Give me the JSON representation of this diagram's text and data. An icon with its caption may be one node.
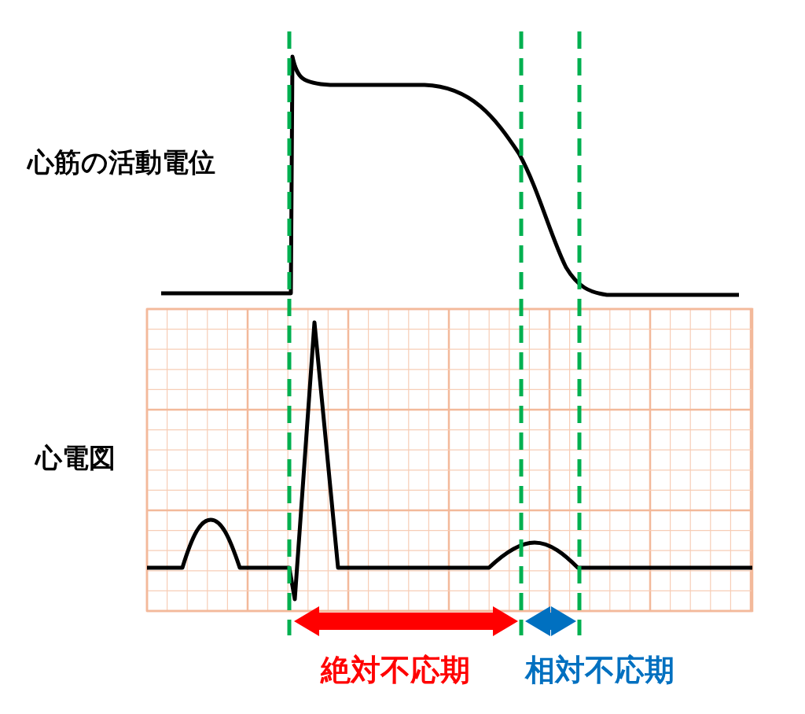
{
  "diagram": {
    "labels": [
      "心筋の活動電位",
      "心電図",
      "絶対不応期",
      "相対不応期"
    ]
  }
}
